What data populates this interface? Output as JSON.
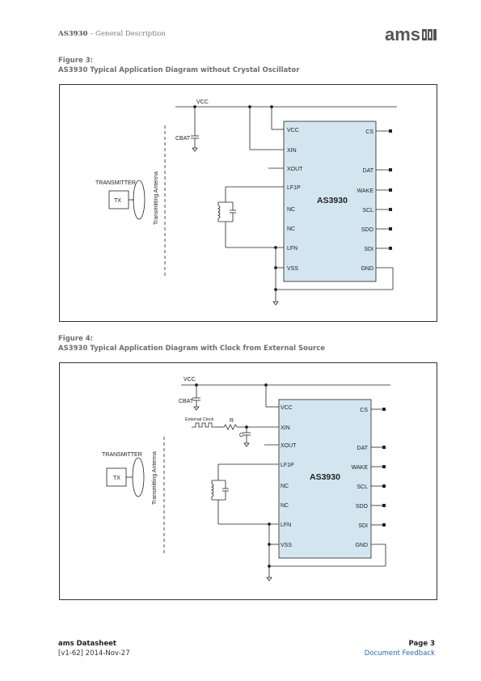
{
  "header": {
    "product": "AS3930",
    "separator": " – ",
    "section": "General Description",
    "logo_text": "ams"
  },
  "figure3": {
    "label": "Figure 3:",
    "title": "AS3930 Typical Application Diagram without Crystal Oscillator",
    "vcc": "VCC",
    "cbat": "CBAT",
    "transmitter": "TRANSMITTER",
    "tx": "TX",
    "antenna": "Transmitting Antenna",
    "chip": "AS3930",
    "left_pins": [
      "VCC",
      "XIN",
      "XOUT",
      "LF1P",
      "NC",
      "NC",
      "LFN",
      "VSS"
    ],
    "right_pins": [
      "CS",
      "DAT",
      "WAKE",
      "SCL",
      "SDO",
      "SDI",
      "GND"
    ]
  },
  "figure4": {
    "label": "Figure 4:",
    "title": "AS3930 Typical Application Diagram with Clock from External Source",
    "vcc": "VCC",
    "cbat": "CBAT",
    "ext_clock": "External Clock",
    "r": "R",
    "c": "C",
    "transmitter": "TRANSMITTER",
    "tx": "TX",
    "antenna": "Transmitting Antenna",
    "chip": "AS3930",
    "left_pins": [
      "VCC",
      "XIN",
      "XOUT",
      "LF1P",
      "NC",
      "NC",
      "LFN",
      "VSS"
    ],
    "right_pins": [
      "CS",
      "DAT",
      "WAKE",
      "SCL",
      "SDO",
      "SDI",
      "GND"
    ]
  },
  "footer": {
    "doc": "ams Datasheet",
    "version": "[v1-62] 2014-Nov-27",
    "page": "Page 3",
    "feedback": "Document Feedback"
  },
  "colors": {
    "chip_fill": "#d3e6f0",
    "link": "#2a6bb3"
  }
}
